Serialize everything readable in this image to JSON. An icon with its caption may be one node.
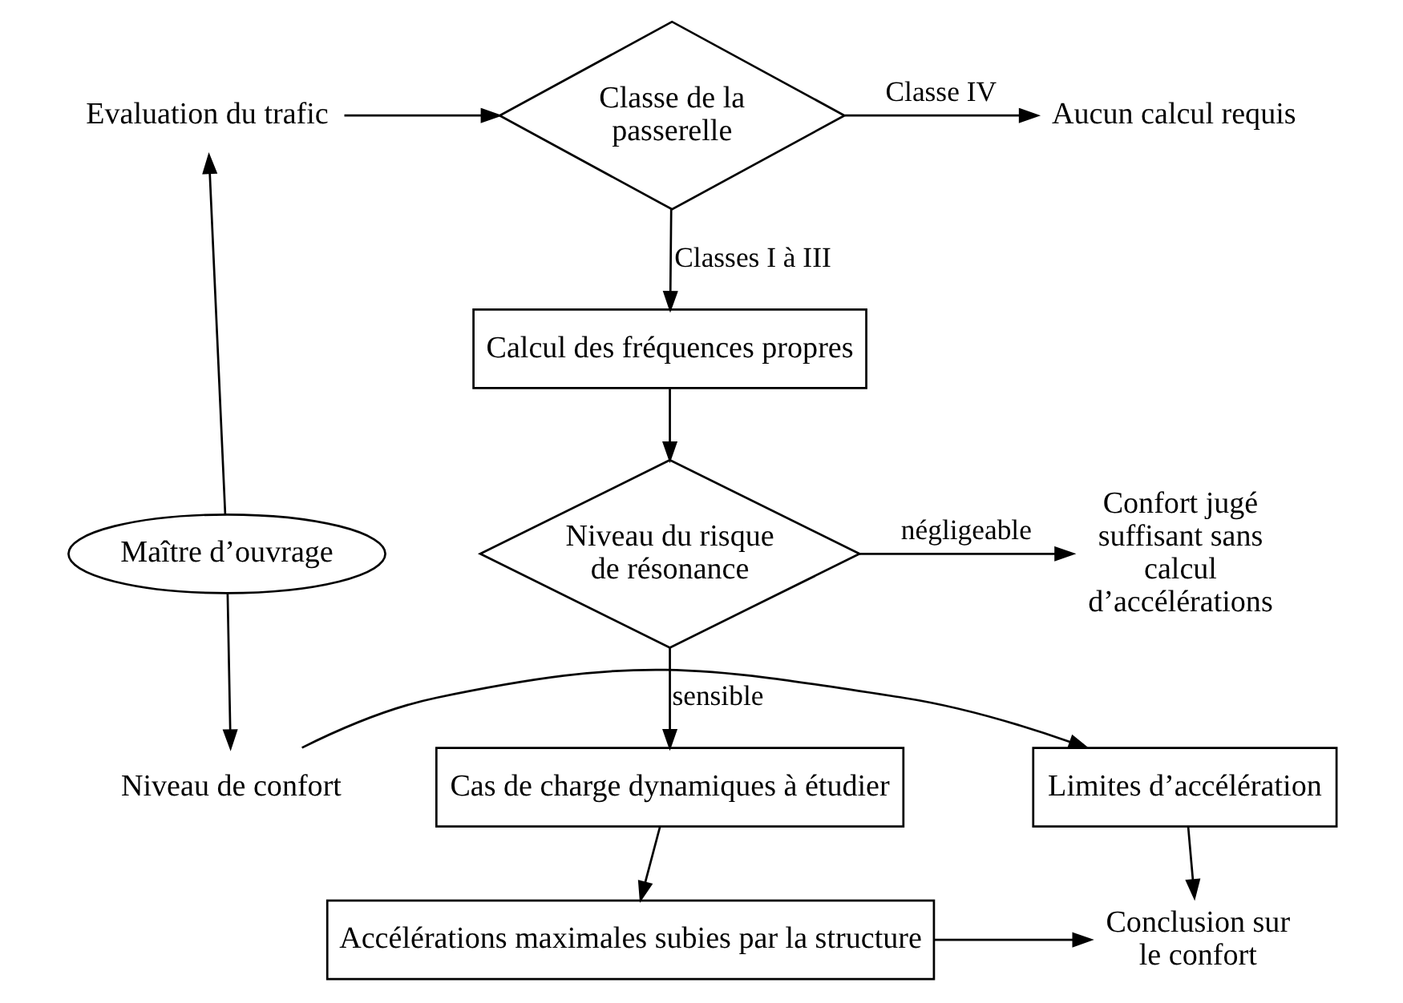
{
  "diagram": {
    "nodes": [
      {
        "text": [
          "Classe de la passerelle"
        ]
      },
      {
        "text": [
          "Aucun calcul requis"
        ]
      },
      {
        "text": [
          "Evaluation du trafic"
        ]
      },
      {
        "text": [
          "Calcul des fréquences propres"
        ]
      },
      {
        "text": [
          "Niveau du risque de résonance"
        ]
      },
      {
        "text": [
          "Confort jugé suffisant sans calcul d’accélérations"
        ]
      },
      {
        "text": [
          "Maître d’ouvrage"
        ]
      },
      {
        "text": [
          "Cas de charge dynamiques à étudier"
        ]
      },
      {
        "text": [
          "Accélérations maximales subies par la structure"
        ]
      },
      {
        "text": [
          "Conclusion sur le confort"
        ]
      },
      {
        "text": [
          "Limites d’accélération"
        ]
      },
      {
        "text": [
          "Niveau de confort"
        ]
      }
    ],
    "edges": [
      {
        "from": 0,
        "to": 1,
        "arrow": "to",
        "label": "Classe IV"
      },
      {
        "from": 2,
        "to": 0,
        "arrow": "to"
      },
      {
        "from": 0,
        "to": 3,
        "arrow": "to",
        "label": "Classes I à III"
      },
      {
        "from": 3,
        "to": 4,
        "arrow": "to"
      },
      {
        "from": 4,
        "to": 5,
        "arrow": "to",
        "label": "négligeable"
      },
      {
        "from": 6,
        "to": 2,
        "arrow": "to"
      },
      {
        "from": 4,
        "to": 7,
        "arrow": "to",
        "label": "sensible"
      },
      {
        "from": 7,
        "to": 8,
        "arrow": "to"
      },
      {
        "from": 8,
        "to": 9,
        "arrow": "to"
      },
      {
        "from": 10,
        "to": 9,
        "arrow": "to"
      },
      {
        "from": 6,
        "to": 11,
        "arrow": "to"
      },
      {
        "from": 11,
        "to": 10,
        "arrow": "to"
      }
    ]
  }
}
